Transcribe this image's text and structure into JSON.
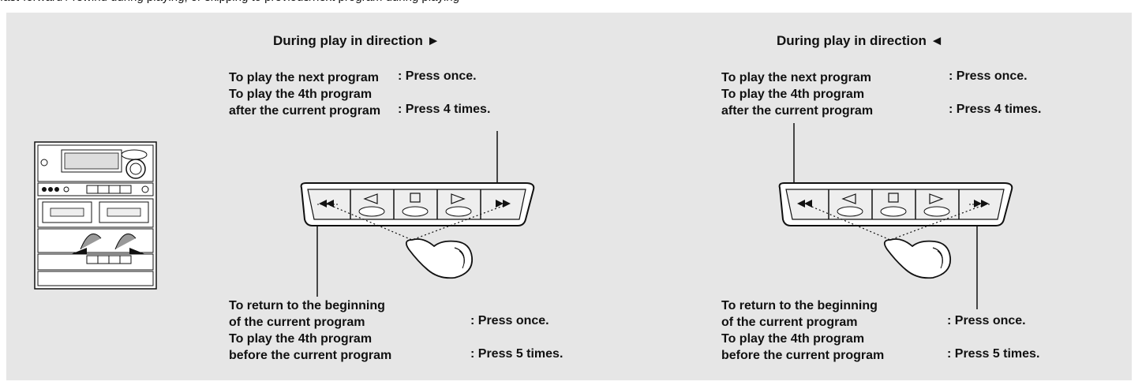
{
  "top_strip": "fast-forward / rewind during playing, or skipping to previous/next program during playing",
  "left_section": {
    "heading": "During play in direction ►",
    "next": {
      "l1": "To play the next program",
      "l2": "To play the 4th program",
      "l3": "after the current program",
      "a1": ": Press once.",
      "a3": ": Press 4 times."
    },
    "prev": {
      "l1": "To return to the beginning",
      "l2": "of the current program",
      "l3": "To play the 4th program",
      "l4": "before the current program",
      "a2": ": Press once.",
      "a4": ": Press 5 times."
    }
  },
  "right_section": {
    "heading": "During play in direction ◄",
    "next": {
      "l1": "To play the next program",
      "l2": "To play the 4th program",
      "l3": "after the current program",
      "a1": ": Press once.",
      "a3": ": Press 4 times."
    },
    "prev": {
      "l1": "To return to the beginning",
      "l2": "of the current program",
      "l3": "To play the 4th program",
      "l4": "before the current program",
      "a2": ": Press once.",
      "a4": ": Press 5 times."
    }
  },
  "icons": {
    "stereo": "stereo-system-icon",
    "button_panel": "cassette-deck-buttons-icon",
    "hand": "pointing-hand-icon",
    "rewind": "rewind-icon",
    "fast_forward": "fast-forward-icon",
    "play_reverse": "play-reverse-icon",
    "stop": "stop-icon",
    "play_forward": "play-forward-icon"
  }
}
